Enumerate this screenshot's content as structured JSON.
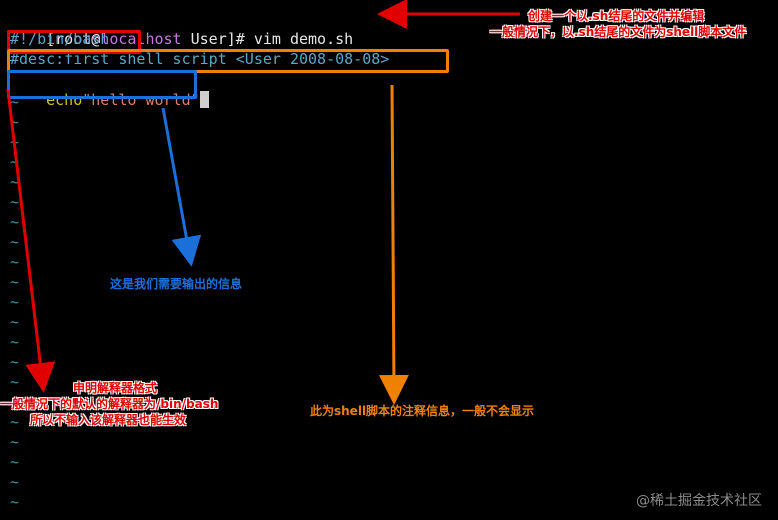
{
  "terminal": {
    "prompt_user": "[root@",
    "prompt_host": "localhost",
    "prompt_rest": " User]# vim demo.sh",
    "shebang": "#!/bin/bash",
    "desc": "#desc:first shell script <User 2008-08-08>",
    "echo_cmd": "echo",
    "echo_str": "\"hello world\"",
    "tilde": "~"
  },
  "annotations": {
    "top_right_line1": "创建一个以.sh结尾的文件并编辑",
    "top_right_line2": "一般情况下，以.sh结尾的文件为shell脚本文件",
    "blue_note": "这是我们需要输出的信息",
    "red_note_line1": "申明解释器格式",
    "red_note_line2": "一般情况下的默认的解释器为/bin/bash",
    "red_note_line3": "所以不输入该解释器也能生效",
    "orange_note": "此为shell脚本的注释信息，一般不会显示"
  },
  "watermark": "@稀土掘金技术社区",
  "colors": {
    "red": "#e00000",
    "orange": "#f08000",
    "blue": "#1a6fd8"
  }
}
